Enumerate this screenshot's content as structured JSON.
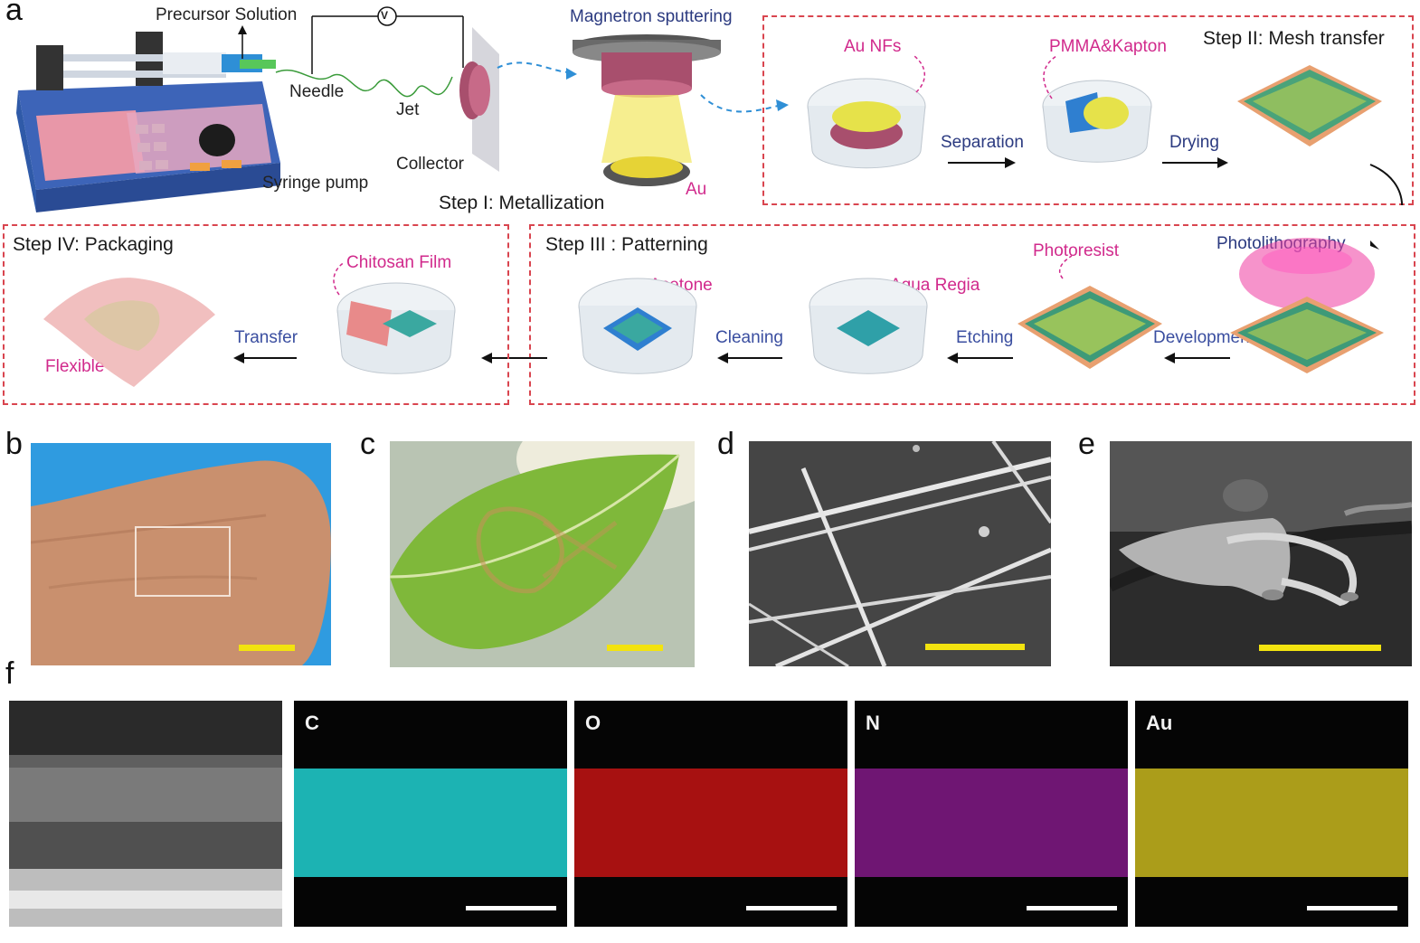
{
  "panel_letters": {
    "a": "a",
    "b": "b",
    "c": "c",
    "d": "d",
    "e": "e",
    "f": "f"
  },
  "panel_a": {
    "precursor_solution": "Precursor Solution",
    "voltmeter": "V",
    "needle": "Needle",
    "jet": "Jet",
    "collector": "Collector",
    "syringe_pump": "Syringe pump",
    "magnetron_sputtering": "Magnetron sputtering",
    "au_target": "Au",
    "step1": "Step I: Metallization",
    "step2": "Step II: Mesh transfer",
    "au_nfs": "Au  NFs",
    "pmma_kapton": "PMMA&Kapton",
    "separation": "Separation",
    "drying": "Drying",
    "step3": "Step III : Patterning",
    "photolithography": "Photolithography",
    "photoresist": "Photoresist",
    "development": "Development",
    "etching": "Etching",
    "aqua_regia": "Aqua Regia",
    "cleaning": "Cleaning",
    "acetone": "Acetone",
    "step4": "Step IV: Packaging",
    "chitosan_film": "Chitosan Film",
    "transfer": "Transfer",
    "flexible": "Flexible"
  },
  "panel_f": {
    "c": "C",
    "o": "O",
    "n": "N",
    "au": "Au"
  },
  "colors": {
    "dash": "#d9454f",
    "pink_label": "#d12a8c",
    "navy_label": "#2b3a80",
    "scalebar_yellow": "#f2e30f",
    "eds_c": "#1fc7c7",
    "eds_o": "#c41414",
    "eds_n": "#8a1a8f",
    "eds_au": "#c9b81e"
  }
}
